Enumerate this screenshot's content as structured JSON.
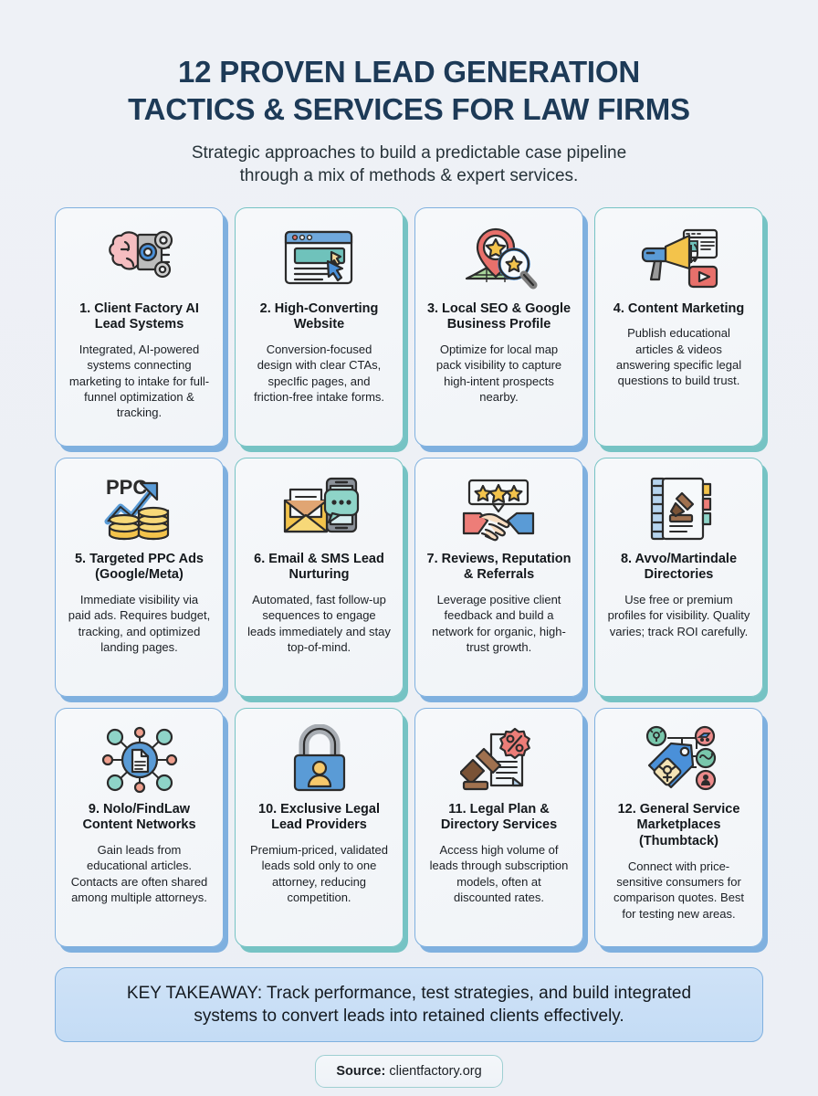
{
  "header": {
    "title_line1": "12 PROVEN LEAD GENERATION",
    "title_line2": "TACTICS & SERVICES FOR LAW FIRMS",
    "subtitle_line1": "Strategic approaches to build a predictable case pipeline",
    "subtitle_line2": "through a mix of methods & expert services."
  },
  "colors": {
    "background": "#eef1f6",
    "title": "#1d3a57",
    "accent_blue": "#7fb0df",
    "accent_teal": "#76c3c4",
    "takeaway_fill": "#c9dff6"
  },
  "cards": [
    {
      "number": "1.",
      "title": "1. Client Factory AI Lead Systems",
      "desc": "Integrated, AI-powered systems connecting marketing to intake for full-funnel optimization & tracking.",
      "icon": "brain-gears-icon",
      "accent": "blue"
    },
    {
      "number": "2.",
      "title": "2. High-Converting Website",
      "desc": "Conversion-focused design with clear CTAs, specIfic pages, and friction-free intake forms.",
      "icon": "browser-cursor-icon",
      "accent": "teal"
    },
    {
      "number": "3.",
      "title": "3. Local SEO & Google Business Profile",
      "desc": "Optimize for local map pack visibility to capture high-intent prospects nearby.",
      "icon": "map-pin-star-magnifier-icon",
      "accent": "blue"
    },
    {
      "number": "4.",
      "title": "4. Content Marketing",
      "desc": "Publish educational articles & videos answering specific legal questions to build trust.",
      "icon": "megaphone-article-video-icon",
      "accent": "teal"
    },
    {
      "number": "5.",
      "title": "5. Targeted PPC Ads (Google/Meta)",
      "desc": "Immediate visibility via paid ads. Requires budget, tracking, and optimized landing pages.",
      "icon": "ppc-coins-arrow-icon",
      "accent": "blue"
    },
    {
      "number": "6.",
      "title": "6. Email & SMS Lead Nurturing",
      "desc": "Automated, fast follow-up sequences to engage leads immediately and stay top-of-mind.",
      "icon": "envelope-phone-chat-icon",
      "accent": "teal"
    },
    {
      "number": "7.",
      "title": "7. Reviews, Reputation & Referrals",
      "desc": "Leverage positive client feedback and build a network for organic, high-trust growth.",
      "icon": "handshake-stars-icon",
      "accent": "blue"
    },
    {
      "number": "8.",
      "title": "8. Avvo/Martindale Directories",
      "desc": "Use free or premium profiles for visibility. Quality varies; track ROI carefully.",
      "icon": "legal-directory-book-gavel-icon",
      "accent": "teal"
    },
    {
      "number": "9.",
      "title": "9. Nolo/FindLaw Content Networks",
      "desc": "Gain leads from educational articles. Contacts are often shared among multiple attorneys.",
      "icon": "document-network-icon",
      "accent": "blue"
    },
    {
      "number": "10.",
      "title": "10. Exclusive Legal Lead Providers",
      "desc": "Premium-priced, validated leads sold only to one attorney, reducing competition.",
      "icon": "padlock-person-icon",
      "accent": "teal"
    },
    {
      "number": "11.",
      "title": "11. Legal Plan & Directory Services",
      "desc": "Access high volume of leads through subscription models, often at discounted rates.",
      "icon": "gavel-document-discount-icon",
      "accent": "blue"
    },
    {
      "number": "12.",
      "title": "12. General Service Marketplaces (Thumbtack)",
      "desc": "Connect with price-sensitive consumers for comparison quotes. Best for testing new areas.",
      "icon": "price-tag-services-icon",
      "accent": "blue"
    }
  ],
  "takeaway": {
    "line1": "KEY TAKEAWAY: Track performance, test strategies, and build integrated",
    "line2": "systems to convert leads into retained clients effectively."
  },
  "source": {
    "label": "Source:",
    "value": " clientfactory.org"
  }
}
